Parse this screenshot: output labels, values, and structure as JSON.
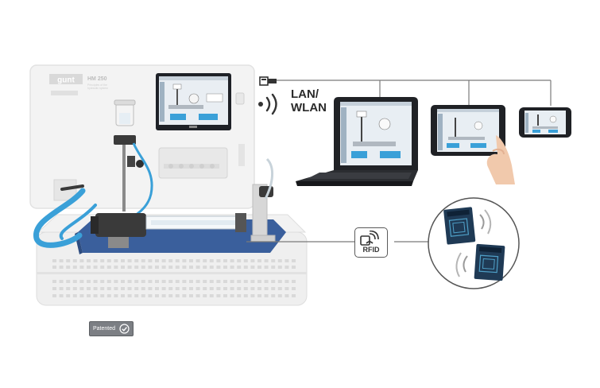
{
  "panel": {
    "brand": "gunt",
    "model": "HM 250",
    "subtitle_line1": "Principles of the",
    "subtitle_line2": "hydraulic system"
  },
  "network": {
    "label_line1": "LAN/",
    "label_line2": "WLAN"
  },
  "rfid": {
    "label": "RFID"
  },
  "patent_badge": {
    "label": "Patented"
  },
  "colors": {
    "base_blue": "#3a5f9c",
    "hose_blue": "#3aa0d8",
    "frame_grey": "#f0f0f0",
    "screen_dark": "#1e2127",
    "connector_line": "#7a7a7a"
  }
}
